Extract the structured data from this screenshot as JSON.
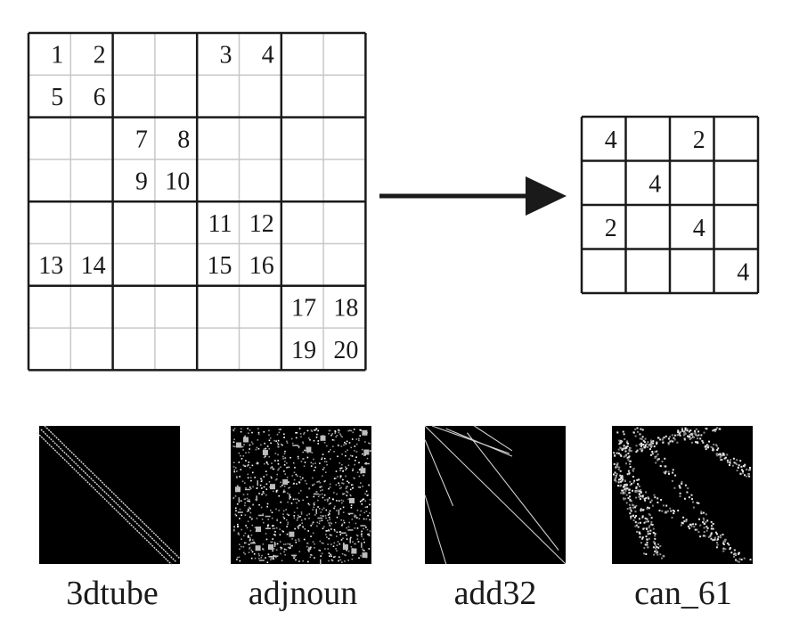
{
  "big_grid": {
    "rows": [
      [
        "1",
        "2",
        "",
        "",
        "3",
        "4",
        "",
        ""
      ],
      [
        "5",
        "6",
        "",
        "",
        "",
        "",
        "",
        ""
      ],
      [
        "",
        "",
        "7",
        "8",
        "",
        "",
        "",
        ""
      ],
      [
        "",
        "",
        "9",
        "10",
        "",
        "",
        "",
        ""
      ],
      [
        "",
        "",
        "",
        "",
        "11",
        "12",
        "",
        ""
      ],
      [
        "13",
        "14",
        "",
        "",
        "15",
        "16",
        "",
        ""
      ],
      [
        "",
        "",
        "",
        "",
        "",
        "",
        "17",
        "18"
      ],
      [
        "",
        "",
        "",
        "",
        "",
        "",
        "19",
        "20"
      ]
    ]
  },
  "small_grid": {
    "rows": [
      [
        "4",
        "",
        "2",
        ""
      ],
      [
        "",
        "4",
        "",
        ""
      ],
      [
        "2",
        "",
        "4",
        ""
      ],
      [
        "",
        "",
        "",
        "4"
      ]
    ]
  },
  "matrices": [
    {
      "label": "3dtube",
      "pattern": "diagonal-band"
    },
    {
      "label": "adjnoun",
      "pattern": "random-scatter"
    },
    {
      "label": "add32",
      "pattern": "radiating-lines"
    },
    {
      "label": "can_61",
      "pattern": "crossing-bands"
    }
  ],
  "colors": {
    "line": "#1a1a1a",
    "grid_light": "#c8c8c8",
    "matrix_bg": "#000000",
    "matrix_dots": "#ffffff"
  }
}
